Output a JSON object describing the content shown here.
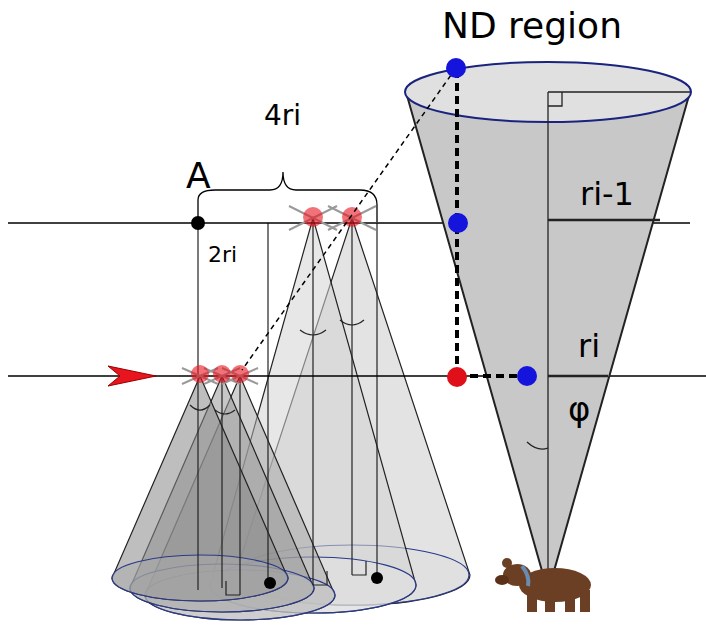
{
  "diagram": {
    "labels": [
      "ND region",
      "4ri",
      "A",
      "2ri",
      "ri-1",
      "ri",
      "φ"
    ]
  }
}
